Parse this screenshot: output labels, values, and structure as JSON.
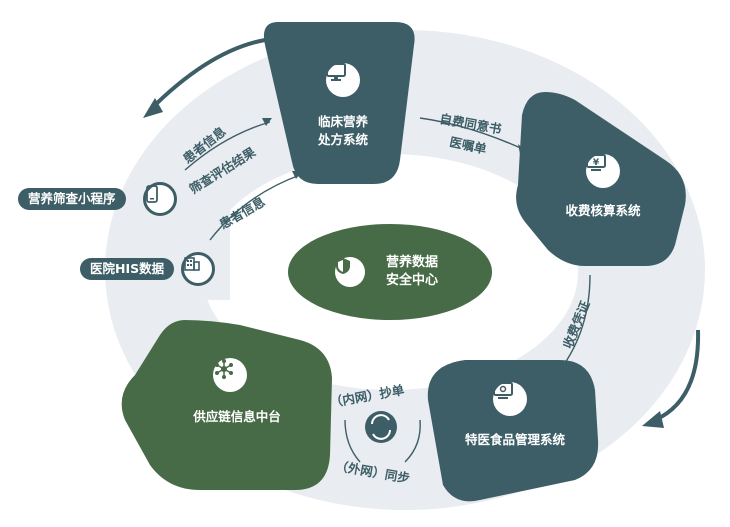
{
  "center": {
    "label": "营养数据\n安全中心",
    "icon": "shield-icon"
  },
  "nodes": [
    {
      "id": "clinical",
      "label": "临床营养\n处方系统",
      "icon": "monitor-icon",
      "color": "#3d5e67"
    },
    {
      "id": "billing",
      "label": "收费核算系统",
      "icon": "billing-monitor-icon",
      "color": "#3d5e67"
    },
    {
      "id": "special-food",
      "label": "特医食品管理系统",
      "icon": "settings-monitor-icon",
      "color": "#3d5e67"
    },
    {
      "id": "supply-chain",
      "label": "供应链信息中台",
      "icon": "network-hub-icon",
      "color": "#476b47"
    }
  ],
  "sources": [
    {
      "label": "营养筛查小程序",
      "icon": "phone-icon"
    },
    {
      "label": "医院HIS数据",
      "icon": "hospital-icon"
    }
  ],
  "flows": {
    "patient_info_a": "患者信息",
    "screening_results": "筛查评估结果",
    "patient_info_b": "患者信息",
    "consent_form": "自费同意书",
    "medical_order": "医嘱单",
    "fee_voucher": "收费凭证",
    "intranet_copy": "（内网）抄单",
    "extranet_sync": "（外网）同步"
  },
  "colors": {
    "teal": "#3d5e67",
    "green": "#476b47",
    "ring": "#e9ecf0",
    "hole": "#ffffff"
  }
}
